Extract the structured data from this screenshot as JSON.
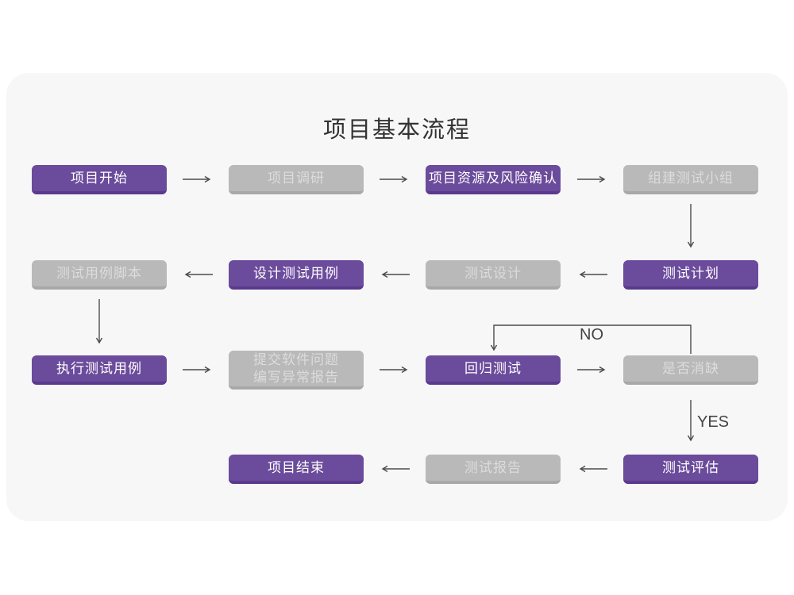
{
  "title": "项目基本流程",
  "branch_labels": {
    "no": "NO",
    "yes": "YES"
  },
  "nodes": [
    {
      "label": "项目开始",
      "type": "primary"
    },
    {
      "label": "项目调研",
      "type": "muted"
    },
    {
      "label": "项目资源及风险确认",
      "type": "primary"
    },
    {
      "label": "组建测试小组",
      "type": "muted"
    },
    {
      "label": "测试用例脚本",
      "type": "muted"
    },
    {
      "label": "设计测试用例",
      "type": "primary"
    },
    {
      "label": "测试设计",
      "type": "muted"
    },
    {
      "label": "测试计划",
      "type": "primary"
    },
    {
      "label": "执行测试用例",
      "type": "primary"
    },
    {
      "label": "提交软件问题\n编写异常报告",
      "type": "muted"
    },
    {
      "label": "回归测试",
      "type": "primary"
    },
    {
      "label": "是否消缺",
      "type": "muted"
    },
    {
      "label": "项目结束",
      "type": "primary"
    },
    {
      "label": "测试报告",
      "type": "muted"
    },
    {
      "label": "测试评估",
      "type": "primary"
    }
  ],
  "colors": {
    "primary_fill": "#6b4b9b",
    "primary_edge": "#5a3a8c",
    "muted_fill": "#b9b9b9",
    "muted_edge": "#a8a8a8",
    "card_background": "#f7f7f8",
    "page_background": "#ffffff",
    "arrow": "#4c4c4c",
    "title_text": "#333333"
  }
}
